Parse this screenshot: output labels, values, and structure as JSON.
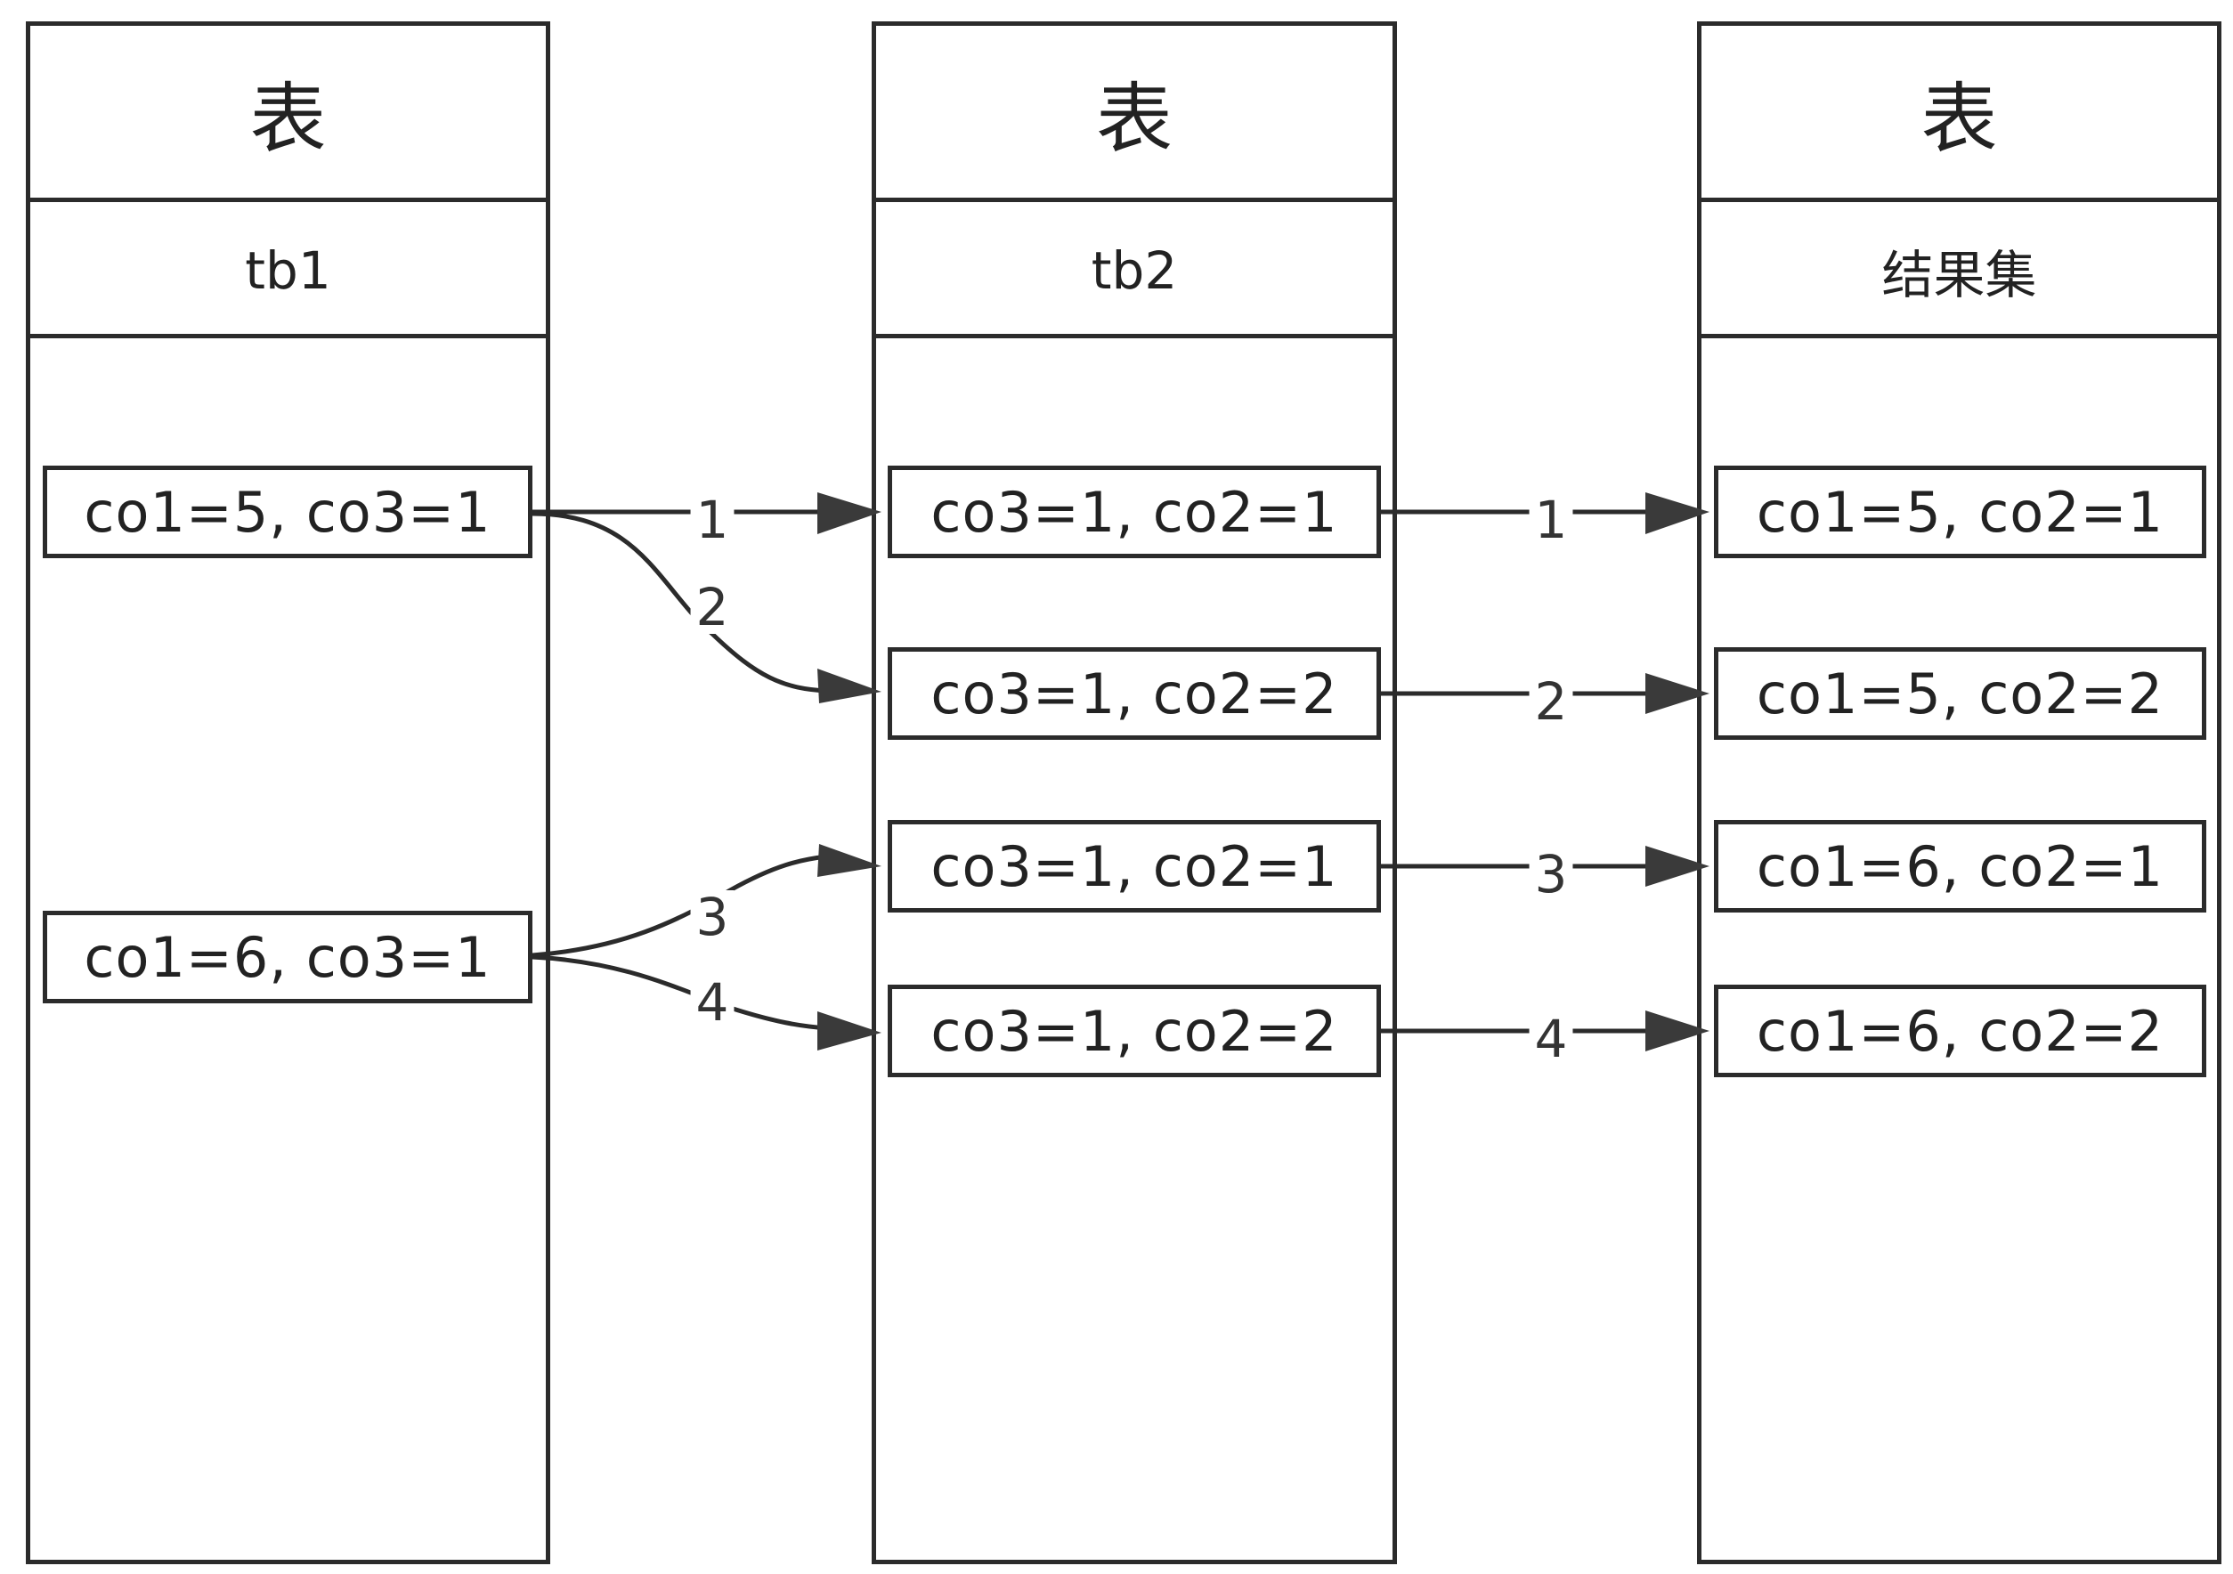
{
  "tables": [
    {
      "header": "表",
      "name": "tb1",
      "rows": [
        "co1=5, co3=1",
        "co1=6, co3=1"
      ]
    },
    {
      "header": "表",
      "name": "tb2",
      "rows": [
        "co3=1, co2=1",
        "co3=1, co2=2",
        "co3=1, co2=1",
        "co3=1, co2=2"
      ]
    },
    {
      "header": "表",
      "name": "结果集",
      "rows": [
        "co1=5, co2=1",
        "co1=5, co2=2",
        "co1=6, co2=1",
        "co1=6, co2=2"
      ]
    }
  ],
  "edges_tb1_to_tb2": [
    {
      "from": "tb1.row0",
      "to": "tb2.row0",
      "label": "1"
    },
    {
      "from": "tb1.row0",
      "to": "tb2.row1",
      "label": "2"
    },
    {
      "from": "tb1.row1",
      "to": "tb2.row2",
      "label": "3"
    },
    {
      "from": "tb1.row1",
      "to": "tb2.row3",
      "label": "4"
    }
  ],
  "edges_tb2_to_result": [
    {
      "from": "tb2.row0",
      "to": "result.row0",
      "label": "1"
    },
    {
      "from": "tb2.row1",
      "to": "result.row1",
      "label": "2"
    },
    {
      "from": "tb2.row2",
      "to": "result.row2",
      "label": "3"
    },
    {
      "from": "tb2.row3",
      "to": "result.row3",
      "label": "4"
    }
  ],
  "colors": {
    "line": "#2b2b2b",
    "arrow": "#3a3a3a"
  }
}
